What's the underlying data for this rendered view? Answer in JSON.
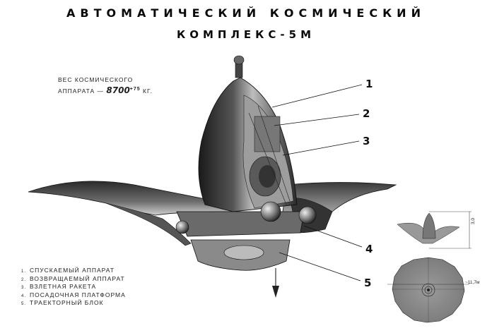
{
  "title": {
    "line1": "АВТОМАТИЧЕСКИЙ КОСМИЧЕСКИЙ",
    "line2": "КОМПЛЕКС-5М"
  },
  "mass_label": {
    "line1": "ВЕС КОСМИЧЕСКОГО",
    "line2_prefix": "АППАРАТА —",
    "value": "8700",
    "tolerance": "+75",
    "unit": "КГ."
  },
  "callouts": [
    "1",
    "2",
    "3",
    "4",
    "5"
  ],
  "legend": [
    {
      "index": "1.",
      "text": "СПУСКАЕМЫЙ АППАРАТ"
    },
    {
      "index": "2.",
      "text": "ВОЗВРАЩАЕМЫЙ АППАРАТ"
    },
    {
      "index": "3.",
      "text": "ВЗЛЕТНАЯ РАКЕТА"
    },
    {
      "index": "4.",
      "text": "ПОСАДОЧНАЯ ПЛАТФОРМА"
    },
    {
      "index": "5.",
      "text": "ТРАЕКТОРНЫЙ БЛОК"
    }
  ],
  "dimensions": {
    "height": "3,0",
    "diameter": "~11,7м"
  }
}
